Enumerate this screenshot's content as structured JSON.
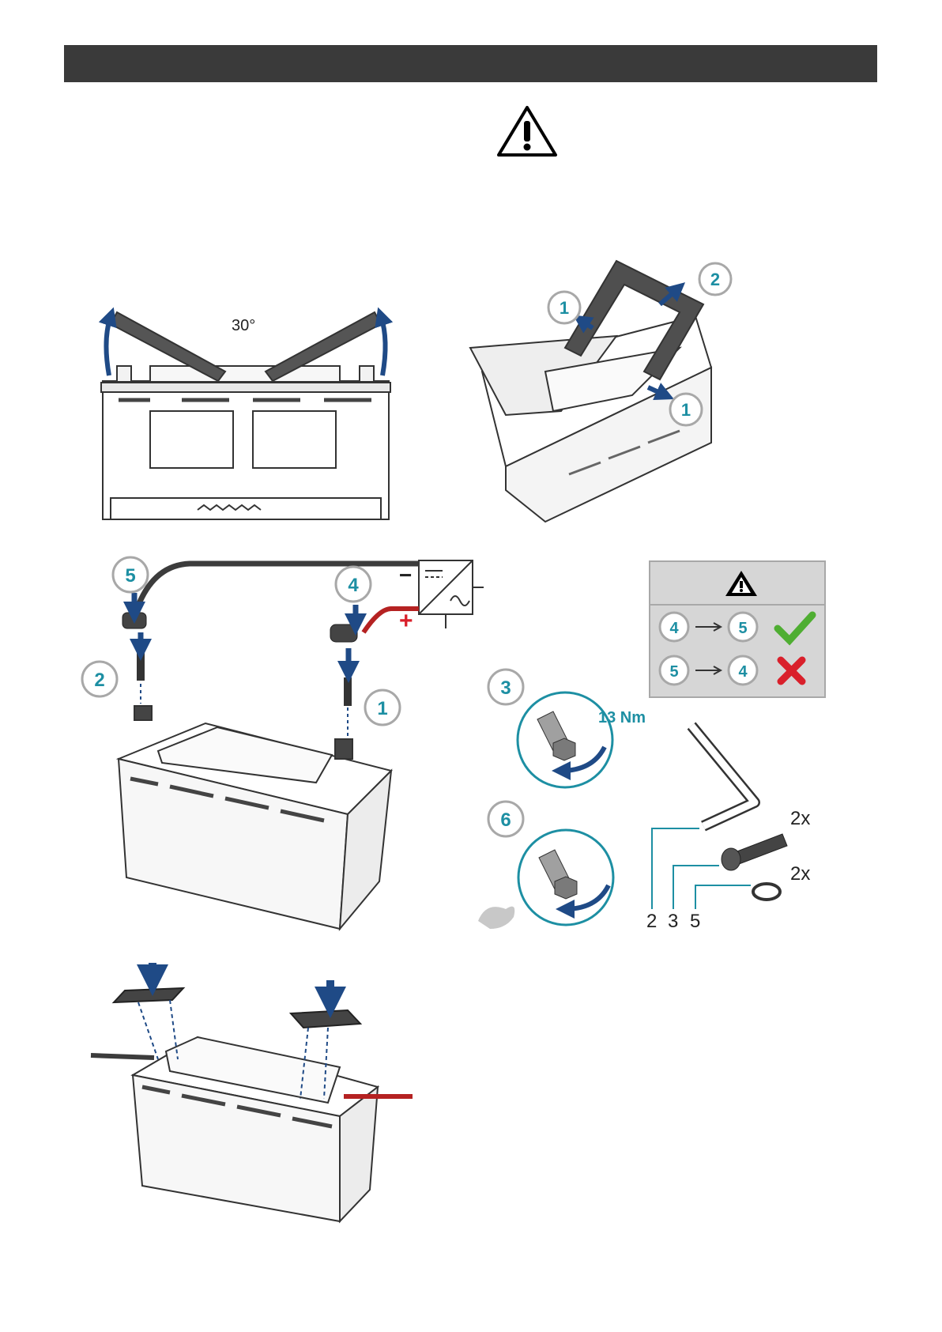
{
  "header": {
    "page_number": ""
  },
  "colors": {
    "teal": "#1d8fa3",
    "navy": "#1f4a86",
    "red": "#d9202b",
    "green": "#4fae32",
    "gray_panel": "#d6d6d6"
  },
  "step_removal": {
    "angle": "30°",
    "steps": [
      "1",
      "2",
      "1"
    ]
  },
  "step_install": {
    "callouts": [
      "5",
      "4",
      "2",
      "1"
    ],
    "charger_minus": "−",
    "charger_plus": "+"
  },
  "order_panel": {
    "correct": {
      "from": "4",
      "to": "5"
    },
    "wrong": {
      "from": "5",
      "to": "4"
    }
  },
  "torque": {
    "step_tighten": "3",
    "value": "13 Nm",
    "step_check": "6"
  },
  "parts": {
    "qty_bolt": "2x",
    "qty_washer": "2x",
    "labels": [
      "2",
      "3",
      "5"
    ]
  }
}
